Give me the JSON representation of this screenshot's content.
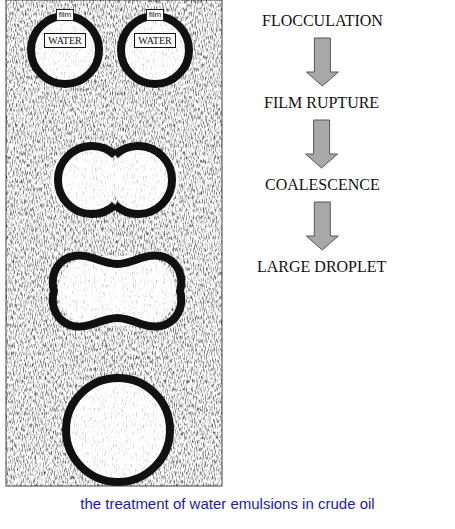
{
  "diagram": {
    "caption": "the treatment of water emulsions in crude oil",
    "nodes": [
      {
        "text": [
          "film",
          "WATER"
        ]
      },
      {
        "text": [
          "film",
          "WATER"
        ]
      },
      {
        "text": [
          "FLOCCULATION"
        ]
      },
      {
        "text": [
          "FILM RUPTURE"
        ]
      },
      {
        "text": [
          "COALESCENCE"
        ]
      },
      {
        "text": [
          "LARGE DROPLET"
        ]
      }
    ],
    "edges": [
      {
        "from": 2,
        "to": 3,
        "arrow": "to"
      },
      {
        "from": 3,
        "to": 4,
        "arrow": "to"
      },
      {
        "from": 4,
        "to": 5,
        "arrow": "to"
      }
    ]
  }
}
